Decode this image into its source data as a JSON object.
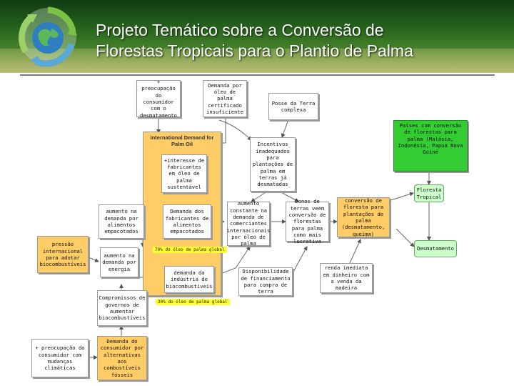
{
  "title": {
    "line1": "Projeto Temático sobre a Conversão de",
    "line2": "Florestas Tropicais para o Plantio de Palma"
  },
  "colors": {
    "header_dark": "#0f3a12",
    "box_yellow": "#ffcc66",
    "box_green": "#33cc33",
    "box_light_green": "#ccffcc",
    "tag_yellow": "#ffff33"
  },
  "logo": {
    "icon": "recycle-globe-icon"
  },
  "nodes": {
    "preocupacao_desmatamento": "+ preocupação do consumidor com o desmatamento",
    "demanda_certificado": "Demanda por óleo de palma certificado insuficiente",
    "posse_terra": "Posse da Terra complexa",
    "international_demand": "International Demand for Palm Oil",
    "interesse_fabricantes": "+interesse de fabricantes em óleo de palma sustentável",
    "incentivos": "Incentivos inadequados para plantações de palma em terras já desmatadas",
    "paises": "Países com conversão de florestas para palma (Malásia, Indonésia, Papua Nova Guiné",
    "floresta_tropical": "Floresta Tropical",
    "aumento_demanda_alimentos": "aumento na demanda por alimentos empacotados",
    "demanda_fabricantes": "Demanda dos fabricantes de alimentos empacotados",
    "aumento_comercio": "aumento constante na demanda de comerciantes internacionais por óleo de palma",
    "donos_terras": "Donos de terras veem conversão de florestas para palma como mais lucrativa",
    "conversao": "conversão de floresta para plantações de palma (desmatamento, queima)",
    "pressao": "pressão internacional para adotar biocombustíveis",
    "aumento_energia": "aumento na demanda por energia",
    "tag_70": "70% do óleo de palma global",
    "desmatamento": "Desmatamento",
    "demanda_industria": "demanda da indústria de biocombustíveis",
    "disponibilidade": "Disponibilidade de financiamento para compra de terra",
    "renda": "renda imediata em dinheiro com a venda da madeira",
    "compromissos": "Compromissos de governos de aumentar biocombustíveis",
    "tag_30": "30% do óleo de palma global",
    "preocupacao_mudancas": "+ preocupação do consumidor com mudanças climáticas",
    "demanda_alternativas": "Demanda do consumidor por alternativas aos combustíveis fósseis"
  }
}
